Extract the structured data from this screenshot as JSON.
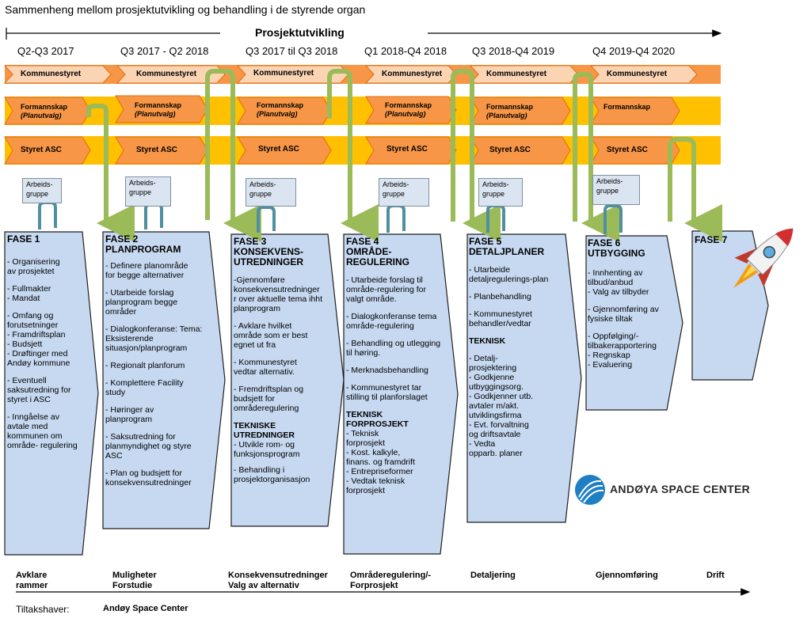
{
  "title": "Sammenheng mellom prosjektutvikling og behandling i de styrende organ",
  "axis_label": "Prosjektutvikling",
  "periods": [
    "Q2-Q3 2017",
    "Q3 2017 - Q2 2018",
    "Q3 2017 til Q3 2018",
    "Q1 2018-Q4 2018",
    "Q3 2018-Q4 2019",
    "Q4 2019-Q4 2020"
  ],
  "rows": {
    "kommunestyret": "Kommunestyret",
    "formannskap": "Formannskap",
    "planutvalg": "(Planutvalg)",
    "styret": "Styret ASC"
  },
  "arbeidsgruppe": "Arbeids-\ngruppe",
  "phases": [
    {
      "title": "FASE 1",
      "items": [
        "- Organisering\n  av prosjektet",
        "- Fullmakter\n- Mandat",
        "- Omfang og\nforutsetninger\n- Framdriftsplan\n- Budsjett\n- Drøftinger med\nAndøy kommune",
        "- Eventuell\nsaksutredning for\nstyret i ASC",
        "- Inngåelse av\navtale med\nkommunen om\nområde- regulering"
      ]
    },
    {
      "title": "FASE 2\nPLANPROGRAM",
      "items": [
        "- Definere planområde\nfor begge alternativer",
        "- Utarbeide forslag\nplanprogram begge\nområder",
        "- Dialogkonferanse: Tema:\nEksisterende\nsituasjon/planprogram",
        "- Regionalt planforum",
        "- Komplettere Facility\nstudy",
        "- Høringer av\nplanprogram",
        "- Saksutredning for\nplanmyndighet og styre\nASC",
        "- Plan og budsjett for\nkonsekvensutredninger"
      ]
    },
    {
      "title": "FASE 3\nKONSEKVENS-\nUTREDNINGER",
      "items": [
        "-Gjennomføre\nkonsekvensutredninger\nr over aktuelle tema ihht\nplanprogram",
        "- Avklare hvilket\nområde som er best\negnet ut fra",
        "- Kommunestyret\nvedtar alternativ.",
        "- Fremdriftsplan og\nbudsjett for\nområderegulering"
      ],
      "section": "TEKNISKE\nUTREDNINGER",
      "section_items": [
        "- Utvikle rom- og\n  funksjonsprogram",
        "- Behandling i\n  prosjektorganisasjon"
      ]
    },
    {
      "title": "FASE 4\nOMRÅDE-\nREGULERING",
      "items": [
        "- Utarbeide forslag til\nområde-regulering for\nvalgt område.",
        "- Dialogkonferanse tema\nområde-regulering",
        "- Behandling og utlegging\ntil høring.",
        "- Merknadsbehandling",
        "- Kommunestyret tar\nstilling til planforslaget"
      ],
      "section": "TEKNISK\nFORPROSJEKT",
      "section_items": [
        "- Teknisk\n  forprosjekt",
        "- Kost. kalkyle,\n  finans. og framdrift",
        "- Entrepriseformer",
        "- Vedtak teknisk\n  forprosjekt"
      ]
    },
    {
      "title": "FASE 5\nDETALJPLANER",
      "items": [
        "- Utarbeide\ndetaljregulerings-plan",
        "- Planbehandling",
        "- Kommunestyret\nbehandler/vedtar"
      ],
      "section": "TEKNISK",
      "section_items": [
        "- Detalj-\n  prosjektering",
        "- Godkjenne\n  utbyggingsorg.",
        "- Godkjenner utb.\n  avtaler m/akt.\n  utviklingsfirma",
        "- Evt. forvaltning\n  og driftsavtale",
        "- Vedta\n  opparb. planer"
      ]
    },
    {
      "title": "FASE 6\nUTBYGGING",
      "items": [
        "- Innhenting av\ntilbud/anbud\n- Valg av tilbyder",
        "- Gjennomføring av\nfysiske tiltak",
        "- Oppfølging/-\ntilbakerapportering\n- Regnskap\n- Evaluering"
      ]
    },
    {
      "title": "FASE 7",
      "items": []
    }
  ],
  "bottom_labels": [
    "Avklare\nrammer",
    "Muligheter\nForstudie",
    "Konsekvensutredninger\nValg av alternativ",
    "Områderegulering/-\nForprosjekt",
    "Detaljering",
    "Gjennomføring",
    "Drift"
  ],
  "footer": {
    "label": "Tiltakshaver:",
    "value": "Andøy Space Center"
  },
  "logo_text": "ANDØYA SPACE CENTER",
  "colors": {
    "kommune_band": "#f79646",
    "kommune_chevron": "#fbd4b4",
    "formann_band": "#ffc000",
    "formann_chevron": "#f79646",
    "styret_band": "#ffc000",
    "styret_chevron": "#f79646",
    "phase_fill": "#c6d9f1",
    "green_arrow": "#9bbb59"
  }
}
